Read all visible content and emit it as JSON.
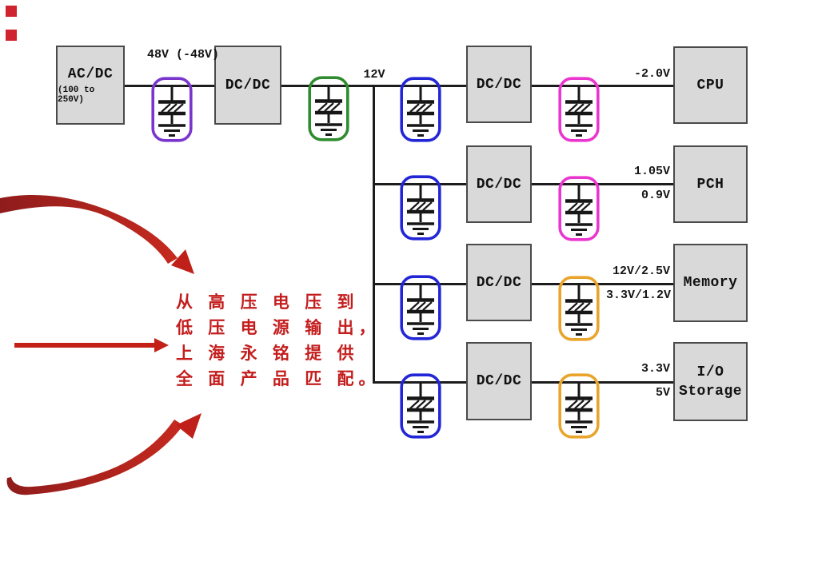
{
  "blocks": {
    "acdc": {
      "label": "AC/DC",
      "sublabel": "(100 to 250V)"
    },
    "dcdc_label": "DC/DC",
    "loads": {
      "cpu": "CPU",
      "pch": "PCH",
      "memory": "Memory",
      "io_line1": "I/O",
      "io_line2": "Storage"
    }
  },
  "rails": {
    "input": "48V (-48V)",
    "bus": "12V",
    "cpu_top": "-2.0V",
    "pch_top": "1.05V",
    "pch_bottom": "0.9V",
    "memory_top": "12V/2.5V",
    "memory_bottom": "3.3V/1.2V",
    "io_top": "3.3V",
    "io_bottom": "5V"
  },
  "caption": {
    "lines": [
      "从 高 压 电 压 到",
      "低 压 电 源 输 出，",
      "上 海 永 铭 提 供",
      "全 面 产 品 匹 配。"
    ]
  },
  "colors": {
    "box_fill": "#d9d9d9",
    "box_border": "#4a4a4a",
    "wire": "#1c1c1c",
    "cap_purple": "#7a35cf",
    "cap_green": "#2e8b2e",
    "cap_blue": "#2326d6",
    "cap_magenta": "#ea36cf",
    "cap_orange": "#e9a42c",
    "caption_red": "#c41d1d",
    "arrow_red": "#c32017",
    "swoosh_red": "#a32020",
    "marker_red": "#cf2430"
  }
}
